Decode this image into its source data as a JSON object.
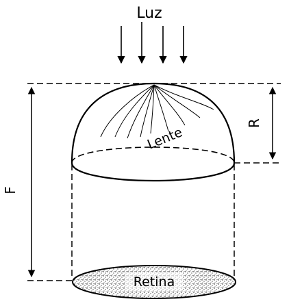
{
  "labels": {
    "light": "Luz",
    "lens": "Lente",
    "retina": "Retina",
    "focal_length": "F",
    "radius": "R"
  },
  "colors": {
    "ink": "#000000",
    "background": "#ffffff"
  }
}
